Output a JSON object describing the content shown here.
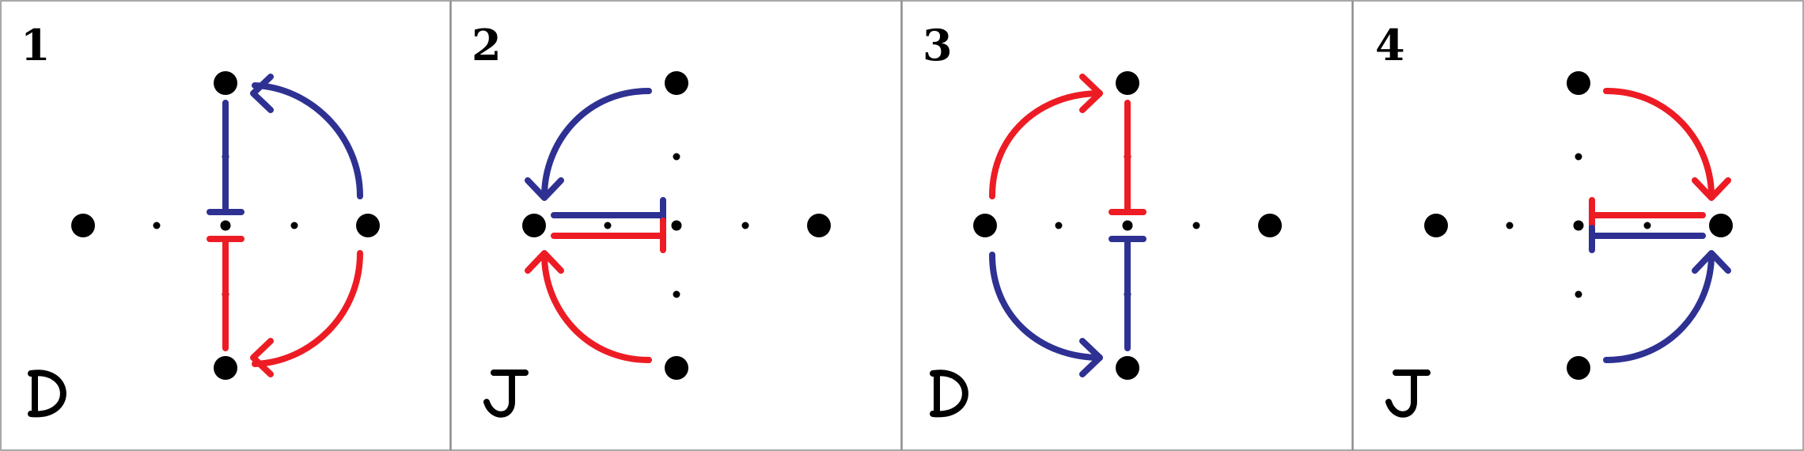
{
  "colors": {
    "blue": "#2e3192",
    "red": "#ed1c24",
    "border": "#8c8c8c",
    "dot": "#000000"
  },
  "panels": [
    {
      "number": "1",
      "letter": "D"
    },
    {
      "number": "2",
      "letter": "J"
    },
    {
      "number": "3",
      "letter": "D"
    },
    {
      "number": "4",
      "letter": "J"
    }
  ]
}
